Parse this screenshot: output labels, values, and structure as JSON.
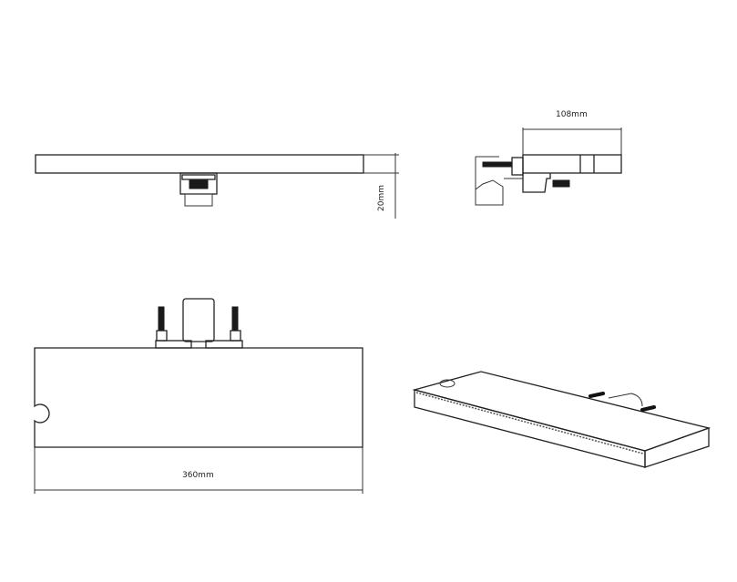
{
  "dimensions": {
    "height": "20mm",
    "depth": "108mm",
    "width": "360mm"
  },
  "colors": {
    "line": "#222222",
    "background": "#ffffff"
  }
}
